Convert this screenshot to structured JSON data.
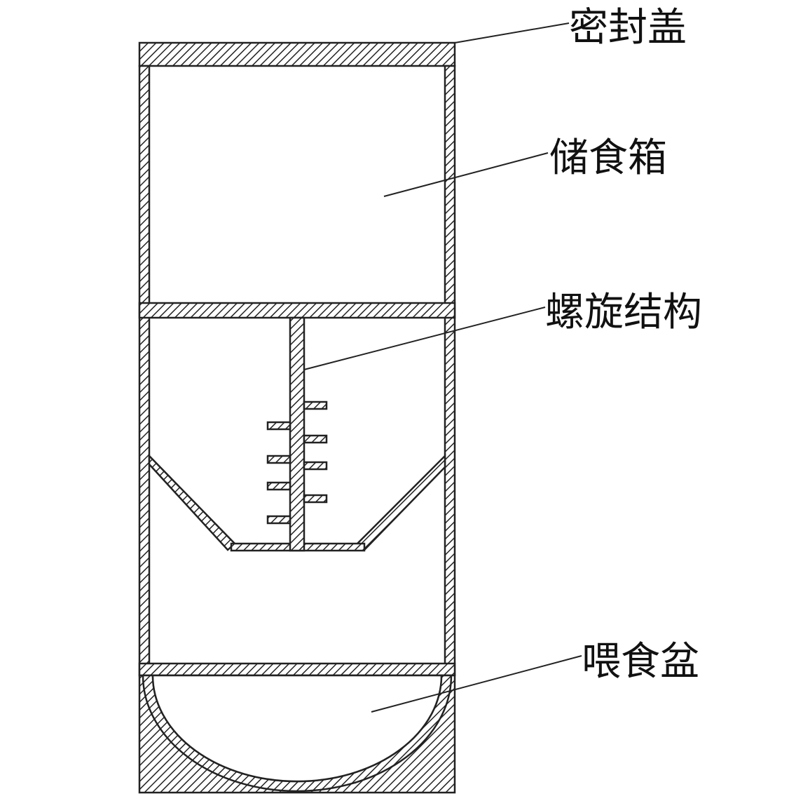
{
  "labels": {
    "lid": "密封盖",
    "storage_box": "储食箱",
    "spiral_structure": "螺旋结构",
    "feeding_bowl": "喂食盆"
  },
  "colors": {
    "line": "#222222",
    "background": "#ffffff"
  }
}
